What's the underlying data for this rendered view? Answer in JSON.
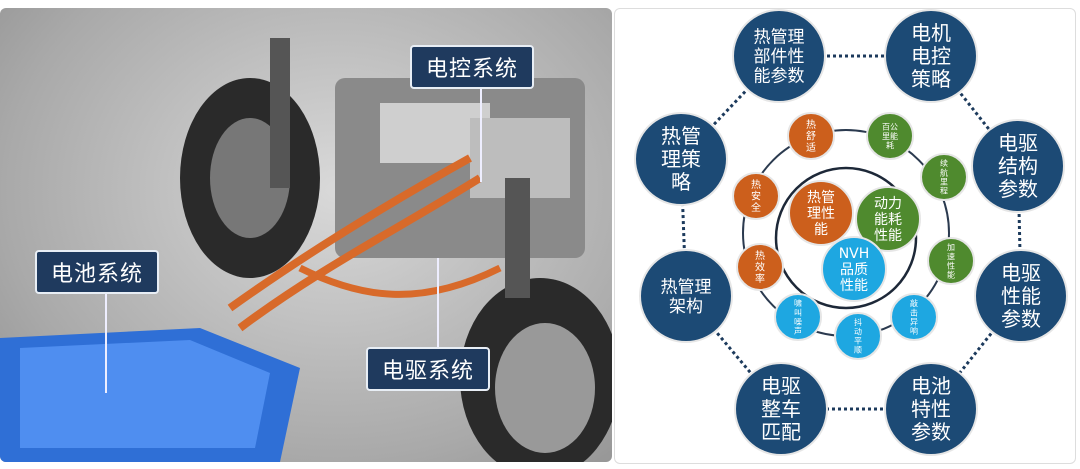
{
  "photo": {
    "labels": {
      "control": "电控系统",
      "battery": "电池系统",
      "drive": "电驱系统"
    }
  },
  "diagram": {
    "outer": [
      {
        "lines": [
          "热管理",
          "部件性",
          "能参数"
        ]
      },
      {
        "lines": [
          "电机",
          "电控",
          "策略"
        ]
      },
      {
        "lines": [
          "电驱",
          "结构",
          "参数"
        ]
      },
      {
        "lines": [
          "电驱",
          "性能",
          "参数"
        ]
      },
      {
        "lines": [
          "电池",
          "特性",
          "参数"
        ]
      },
      {
        "lines": [
          "电驱",
          "整车",
          "匹配"
        ]
      },
      {
        "lines": [
          "热管理",
          "架构"
        ]
      },
      {
        "lines": [
          "热管",
          "理策",
          "略"
        ]
      }
    ],
    "core": [
      {
        "lines": [
          "热管",
          "理性",
          "能"
        ],
        "color": "#cc5f1c"
      },
      {
        "lines": [
          "动力",
          "能耗",
          "性能"
        ],
        "color": "#4f8a2e"
      },
      {
        "lines": [
          "NVH",
          "品质",
          "性能"
        ],
        "color": "#1ea7e1"
      }
    ],
    "ring": [
      {
        "lines": [
          "热",
          "舒",
          "适"
        ],
        "color": "#cc5f1c"
      },
      {
        "lines": [
          "百公",
          "里能",
          "耗"
        ],
        "color": "#4f8a2e"
      },
      {
        "lines": [
          "续",
          "航",
          "里",
          "程"
        ],
        "color": "#4f8a2e"
      },
      {
        "lines": [
          "加",
          "速",
          "性",
          "能"
        ],
        "color": "#4f8a2e"
      },
      {
        "lines": [
          "敲",
          "击",
          "异",
          "响"
        ],
        "color": "#1ea7e1"
      },
      {
        "lines": [
          "抖",
          "动",
          "平",
          "顺"
        ],
        "color": "#1ea7e1"
      },
      {
        "lines": [
          "啸",
          "叫",
          "噪",
          "声"
        ],
        "color": "#1ea7e1"
      },
      {
        "lines": [
          "热",
          "效",
          "率"
        ],
        "color": "#cc5f1c"
      },
      {
        "lines": [
          "热",
          "安",
          "全"
        ],
        "color": "#cc5f1c"
      }
    ],
    "outer_color": "#1c4a75"
  }
}
